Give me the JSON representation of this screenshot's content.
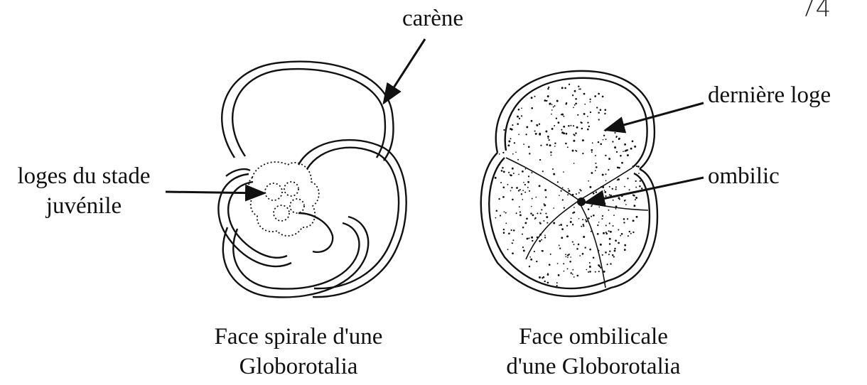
{
  "page_number": "74",
  "labels": {
    "carene": "carène",
    "derniere_loge": "dernière loge",
    "loges_line1": "loges du stade",
    "loges_line2": "juvénile",
    "ombilic": "ombilic"
  },
  "captions": {
    "spiral_line1": "Face spirale d'une",
    "spiral_line2": "Globorotalia",
    "umbilical_line1": "Face ombilicale",
    "umbilical_line2": "d'une Globorotalia"
  },
  "colors": {
    "ink": "#111111",
    "background": "#ffffff"
  }
}
